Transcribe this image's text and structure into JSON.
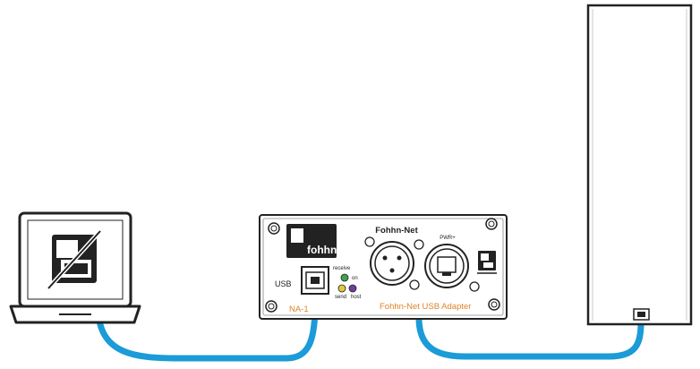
{
  "adapter": {
    "title": "Fohhn-Net",
    "logo_text": "fohhn",
    "usb_label": "USB",
    "model_label": "NA-1",
    "product_label": "Fohhn-Net USB Adapter",
    "led_receive_label": "receive",
    "led_on_label": "on",
    "led_send_label": "send",
    "led_host_label": "host",
    "rj45_label": "PWR+",
    "led_colors": {
      "receive": "#3fa34d",
      "on": "#2f8a3d",
      "send": "#e3c93a",
      "host": "#6a3fa0"
    }
  },
  "colors": {
    "cable": "#1b9bd7",
    "orange_text": "#e0832a",
    "outline": "#222222"
  },
  "icons": {
    "laptop": "laptop-icon",
    "laptop_logo": "fohhn-logo-icon",
    "usb_port": "usb-port-icon",
    "xlr_port": "xlr-port-icon",
    "rj45_port": "rj45-port-icon",
    "speaker": "speaker-column-icon",
    "speaker_connector": "speaker-connector-icon"
  }
}
